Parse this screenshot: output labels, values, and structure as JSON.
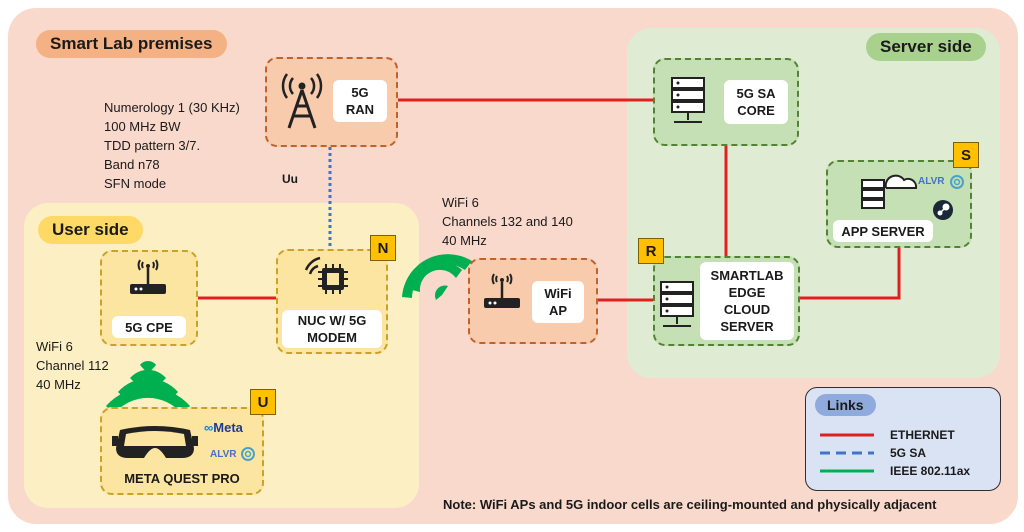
{
  "regions": {
    "lab": "Smart Lab premises",
    "user": "User side",
    "server": "Server side"
  },
  "nodes": {
    "ran": "5G\nRAN",
    "core": "5G SA\nCORE",
    "app_server": "APP SERVER",
    "cpe": "5G CPE",
    "nuc": "NUC  W/ 5G\nMODEM",
    "wifi_ap": "WiFi\nAP",
    "edge": "SMARTLAB\nEDGE\nCLOUD\nSERVER",
    "quest": "META QUEST PRO"
  },
  "badges": {
    "n": "N",
    "r": "R",
    "s": "S",
    "u": "U"
  },
  "notes": {
    "ran_config": [
      "Numerology 1 (30 KHz)",
      "100 MHz BW",
      "TDD pattern 3/7.",
      "Band n78",
      "SFN mode"
    ],
    "uu": "Uu",
    "wifi_ap_config": [
      "WiFi 6",
      "Channels 132 and 140",
      "40 MHz"
    ],
    "wifi_cpe_config": [
      "WiFi 6",
      "Channel 112",
      "40 MHz"
    ],
    "footer": "Note: WiFi APs and 5G indoor cells are ceiling-mounted and physically adjacent"
  },
  "brands": {
    "alvr": "ALVR",
    "meta": "Meta"
  },
  "legend": {
    "title": "Links",
    "items": [
      {
        "label": "ETHERNET",
        "color": "#e02020",
        "style": "solid"
      },
      {
        "label": "5G SA",
        "color": "#4472c4",
        "style": "dashed"
      },
      {
        "label": "IEEE 802.11ax",
        "color": "#00b050",
        "style": "solid"
      }
    ]
  },
  "colors": {
    "ethernet": "#e02020",
    "nr": "#4472c4",
    "wifi": "#00b050"
  },
  "icons": {
    "ran": "cell-tower-icon",
    "core": "server-rack-icon",
    "app_server": "server-cloud-icon",
    "cpe": "router-icon",
    "nuc": "chip-icon",
    "wifi_ap": "router-icon",
    "edge": "server-rack-icon",
    "quest": "vr-headset-icon",
    "steam": "steam-icon"
  }
}
